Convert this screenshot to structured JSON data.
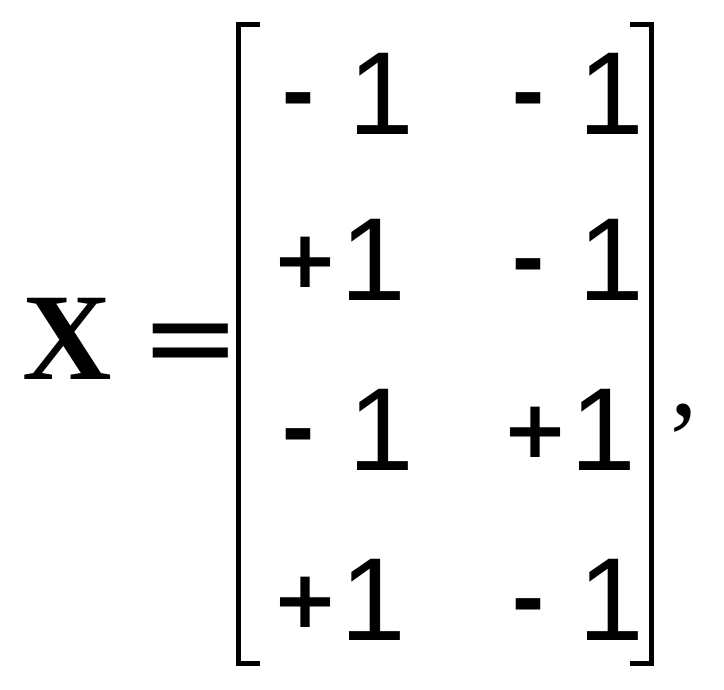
{
  "equation": {
    "lhs": "X",
    "equals": "=",
    "punctuation": ",",
    "matrix": {
      "rows": [
        [
          {
            "sign": "-",
            "value": "1"
          },
          {
            "sign": "-",
            "value": "1"
          }
        ],
        [
          {
            "sign": "+",
            "value": "1"
          },
          {
            "sign": "-",
            "value": "1"
          }
        ],
        [
          {
            "sign": "-",
            "value": "1"
          },
          {
            "sign": "+",
            "value": "1"
          }
        ],
        [
          {
            "sign": "+",
            "value": "1"
          },
          {
            "sign": "-",
            "value": "1"
          }
        ]
      ]
    }
  }
}
